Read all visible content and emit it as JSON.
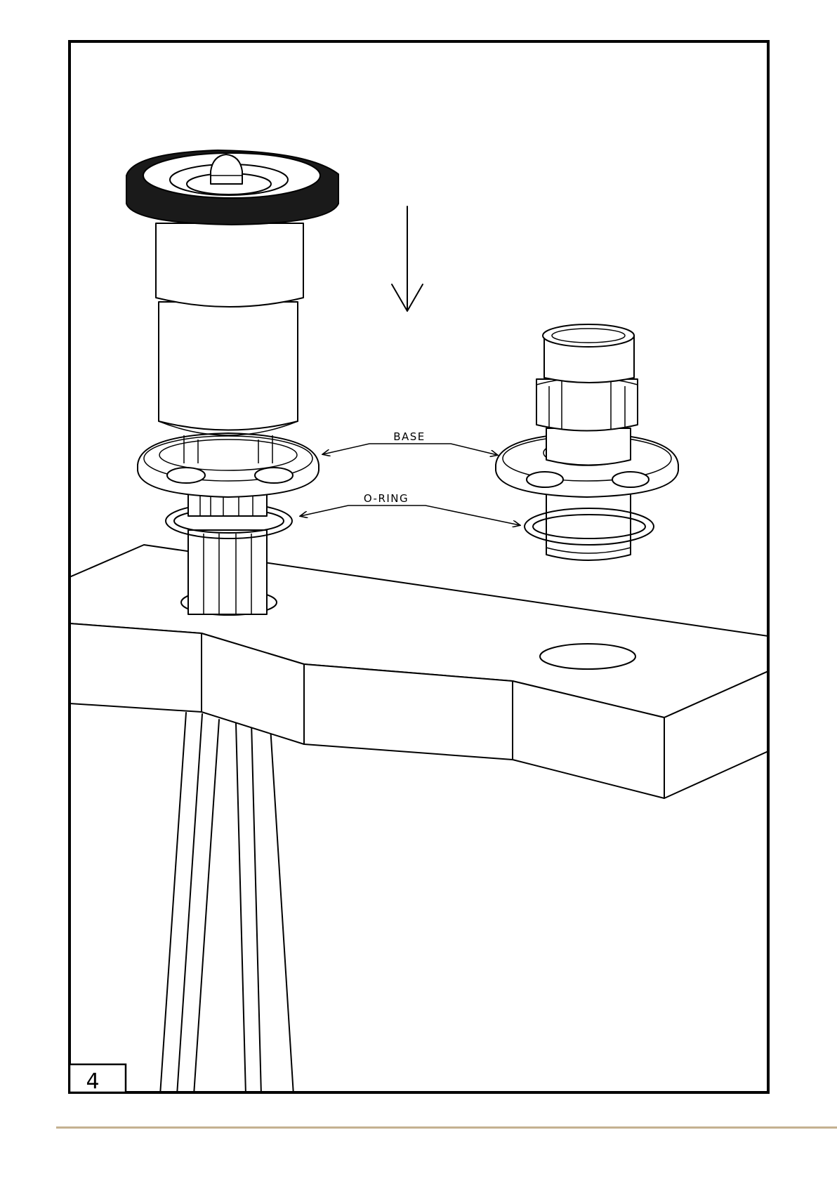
{
  "figure": {
    "step_number": "4",
    "labels": {
      "base": "BASE",
      "o_ring": "O-RING"
    },
    "footer_rule_color": "#c2ae8c"
  }
}
